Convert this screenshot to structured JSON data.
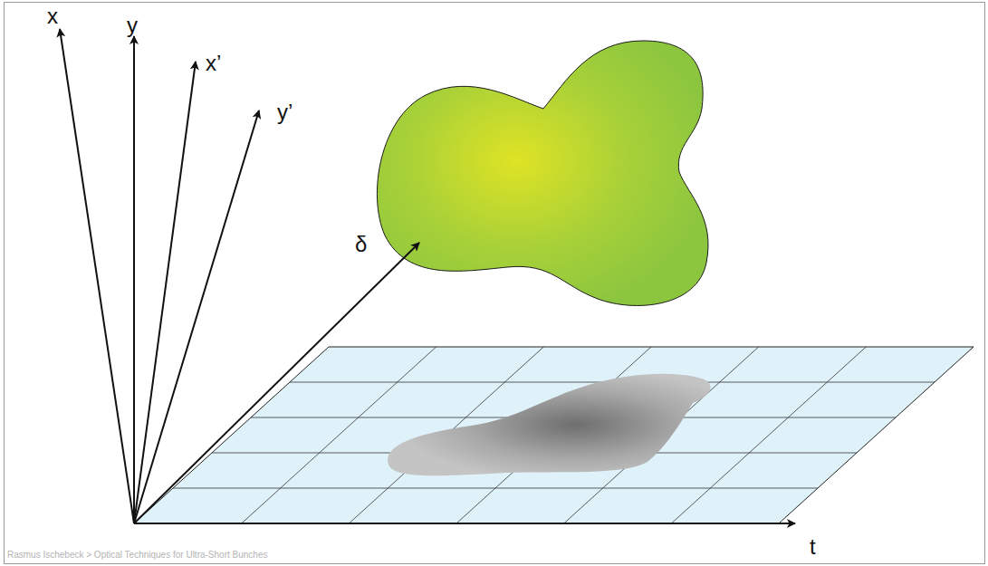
{
  "diagram": {
    "labels": [
      "x",
      "y",
      "x’",
      "y’",
      "δ",
      "t",
      "Rasmus Ischebeck > Optical Techniques for Ultra-Short Bunches"
    ]
  }
}
